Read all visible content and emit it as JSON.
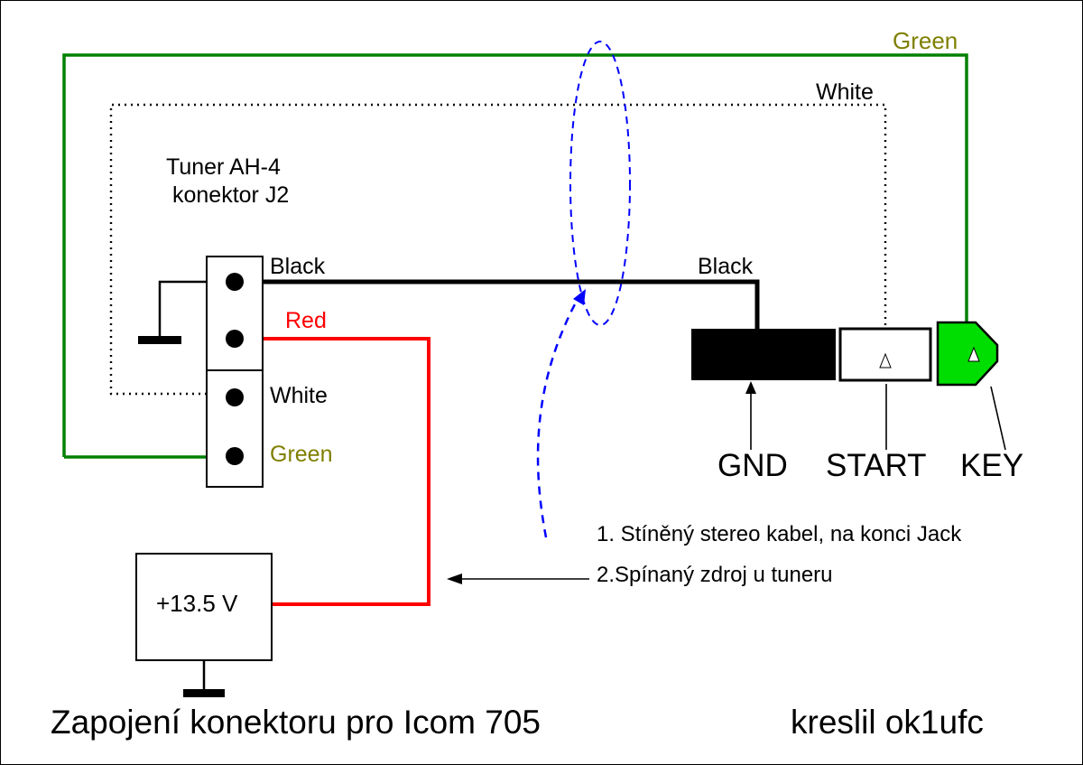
{
  "labels": {
    "green_top": "Green",
    "white_top": "White",
    "tuner_line1": "Tuner AH-4",
    "tuner_line2": "konektor J2",
    "pin_black": "Black",
    "pin_red": "Red",
    "pin_white": "White",
    "pin_green": "Green",
    "wire_black_right": "Black",
    "gnd": "GND",
    "start": "START",
    "key": "KEY",
    "note1": "1. Stíněný stereo kabel, na konci Jack",
    "note2": "2.Spínaný zdroj u tuneru",
    "psu_voltage": "+13.5 V",
    "title": "Zapojení konektoru pro Icom 705",
    "credit": "kreslil ok1ufc"
  },
  "colors": {
    "green_wire": "#008000",
    "green_label": "#7f7f00",
    "key_connector_fill": "#00dd00",
    "red_wire": "#ff0000",
    "blue_annotation": "#0000ff",
    "wire_black": "#000000"
  }
}
